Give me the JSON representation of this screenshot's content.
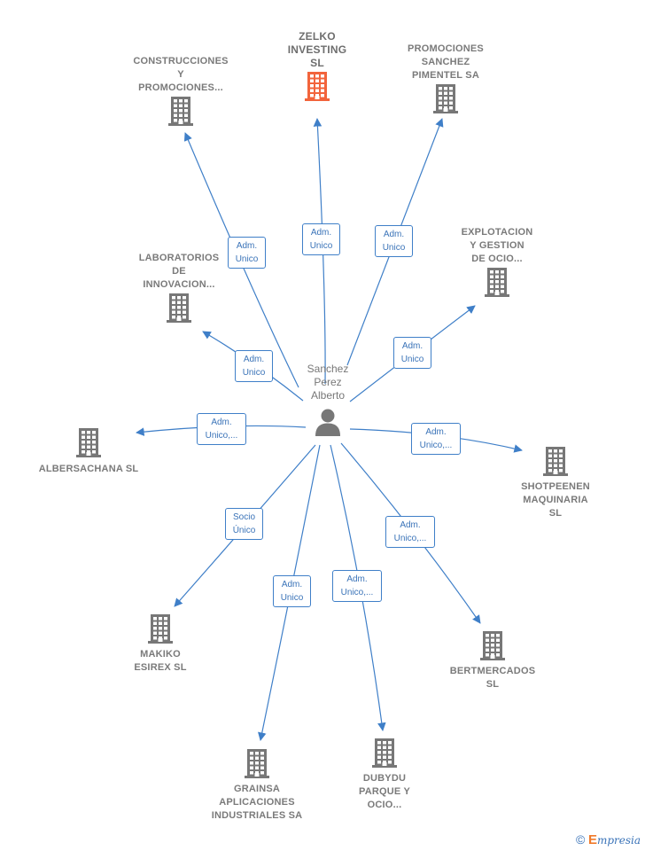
{
  "colors": {
    "edge": "#3f7fc8",
    "building": "#777777",
    "building_main": "#f2643c",
    "label_border": "#3f7fc8"
  },
  "person": {
    "name": "Sanchez\nPerez\nAlberto",
    "icon": "person-icon"
  },
  "companies": [
    {
      "id": "zelko",
      "name": "ZELKO\nINVESTING\nSL",
      "main": true
    },
    {
      "id": "construcciones",
      "name": "CONSTRUCCIONES\nY\nPROMOCIONES..."
    },
    {
      "id": "promociones-sanchez",
      "name": "PROMOCIONES\nSANCHEZ\nPIMENTEL SA"
    },
    {
      "id": "explotacion",
      "name": "EXPLOTACION\nY GESTION\nDE OCIO..."
    },
    {
      "id": "laboratorios",
      "name": "LABORATORIOS\nDE\nINNOVACION..."
    },
    {
      "id": "albersachana",
      "name": "ALBERSACHANA SL"
    },
    {
      "id": "shotpeenen",
      "name": "SHOTPEENEN\nMAQUINARIA\nSL"
    },
    {
      "id": "makiko",
      "name": "MAKIKO\nESIREX  SL"
    },
    {
      "id": "bertmercados",
      "name": "BERTMERCADOS\nSL"
    },
    {
      "id": "grainsa",
      "name": "GRAINSA\nAPLICACIONES\nINDUSTRIALES SA"
    },
    {
      "id": "dubydu",
      "name": "DUBYDU\nPARQUE Y\nOCIO..."
    }
  ],
  "relations": [
    {
      "to": "zelko",
      "label": "Adm.\nUnico"
    },
    {
      "to": "construcciones",
      "label": "Adm.\nUnico"
    },
    {
      "to": "promociones-sanchez",
      "label": "Adm.\nUnico"
    },
    {
      "to": "explotacion",
      "label": "Adm.\nUnico"
    },
    {
      "to": "laboratorios",
      "label": "Adm.\nUnico"
    },
    {
      "to": "albersachana",
      "label": "Adm.\nUnico,..."
    },
    {
      "to": "shotpeenen",
      "label": "Adm.\nUnico,..."
    },
    {
      "to": "makiko",
      "label": "Socio\nÚnico"
    },
    {
      "to": "bertmercados",
      "label": "Adm.\nUnico,..."
    },
    {
      "to": "grainsa",
      "label": "Adm.\nUnico"
    },
    {
      "to": "dubydu",
      "label": "Adm.\nUnico,..."
    }
  ],
  "footer": {
    "copyright": "©",
    "brand_initial": "E",
    "brand_rest": "mpresia"
  }
}
